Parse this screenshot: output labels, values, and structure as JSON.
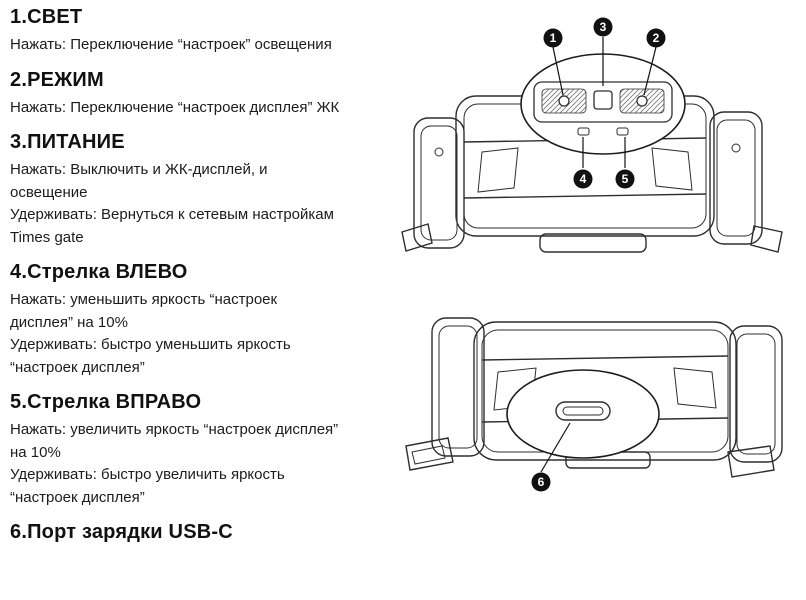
{
  "sections": [
    {
      "title": "1.СВЕТ",
      "lines": [
        "Нажать: Переключение “настроек” освещения"
      ]
    },
    {
      "title": "2.РЕЖИМ",
      "lines": [
        "Нажать: Переключение “настроек дисплея” ЖК"
      ]
    },
    {
      "title": "3.ПИТАНИЕ",
      "lines": [
        "Нажать: Выключить и ЖК-дисплей, и освещение",
        "Удерживать: Вернуться к сетевым настройкам Times gate"
      ]
    },
    {
      "title": "4.Стрелка ВЛЕВО",
      "lines": [
        "Нажать: уменьшить яркость “настроек дисплея” на 10%",
        "Удерживать: быстро уменьшить яркость “настроек дисплея”"
      ]
    },
    {
      "title": "5.Стрелка ВПРАВО",
      "lines": [
        "Нажать: увеличить яркость “настроек дисплея” на 10%",
        "Удерживать: быстро увеличить яркость “настроек дисплея”"
      ]
    },
    {
      "title": "6.Порт зарядки USB-C",
      "lines": []
    }
  ],
  "callouts": [
    "1",
    "2",
    "3",
    "4",
    "5",
    "6"
  ],
  "colors": {
    "line": "#2e2e2e",
    "callout_bg": "#111111",
    "callout_text": "#ffffff",
    "text": "#1a1a1a",
    "background": "#ffffff"
  }
}
